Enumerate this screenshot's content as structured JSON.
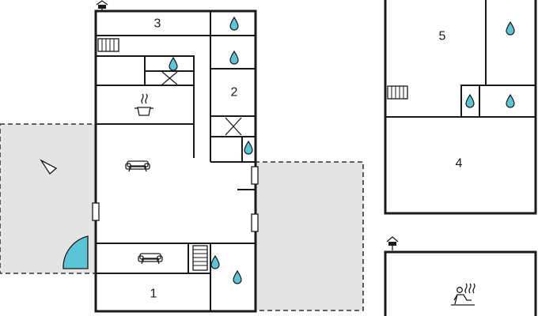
{
  "rooms": {
    "room_1": "1",
    "room_2": "2",
    "room_3": "3",
    "room_4": "4",
    "room_5": "5"
  },
  "icons": [
    "water-drop-icon",
    "sofa-icon",
    "cooking-pot-icon",
    "stove-cross-icon",
    "staircase-icon",
    "sauna-person-icon",
    "door-swing-icon",
    "sun-direction-icon",
    "house-marker-icon"
  ],
  "colors": {
    "terrace": "#e4e4e4",
    "water": "#5cc5d5",
    "wall": "#1a1a1a"
  }
}
